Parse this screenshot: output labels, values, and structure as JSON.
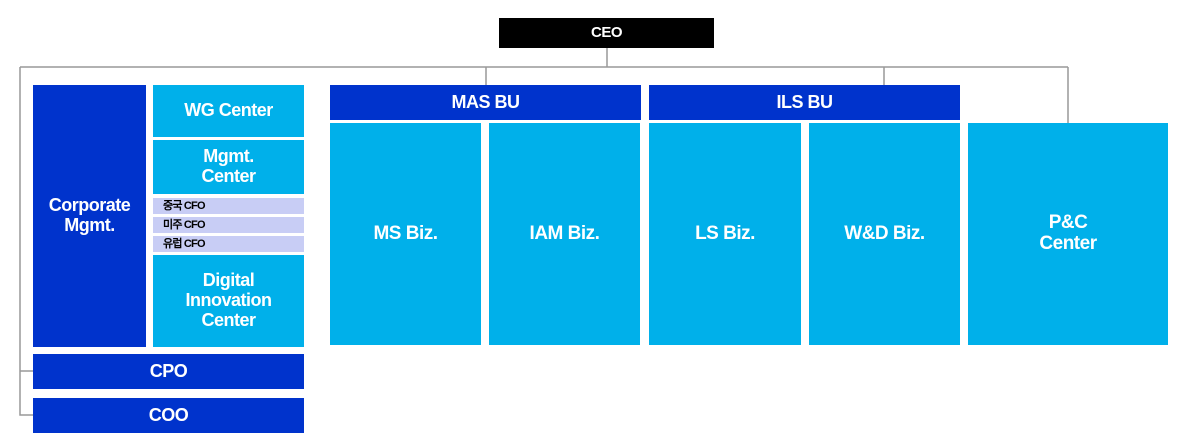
{
  "ceo": {
    "label": "CEO"
  },
  "corporate": {
    "label": "Corporate\nMgmt.",
    "wg_center": "WG Center",
    "mgmt_center": "Mgmt.\nCenter",
    "cfo_china": "중국 CFO",
    "cfo_americas": "미주 CFO",
    "cfo_europe": "유럽 CFO",
    "digital_innovation_center": "Digital\nInnovation\nCenter"
  },
  "cpo": {
    "label": "CPO"
  },
  "coo": {
    "label": "COO"
  },
  "mas_bu": {
    "label": "MAS BU",
    "ms_biz": "MS Biz.",
    "iam_biz": "IAM Biz."
  },
  "ils_bu": {
    "label": "ILS BU",
    "ls_biz": "LS Biz.",
    "wd_biz": "W&D Biz."
  },
  "pc_center": {
    "label": "P&C\nCenter"
  },
  "colors": {
    "executive": "#000000",
    "unit_header": "#0033cc",
    "unit_body": "#00b0ea",
    "regional_cfo": "#c8cdf5",
    "connector": "#999999"
  }
}
